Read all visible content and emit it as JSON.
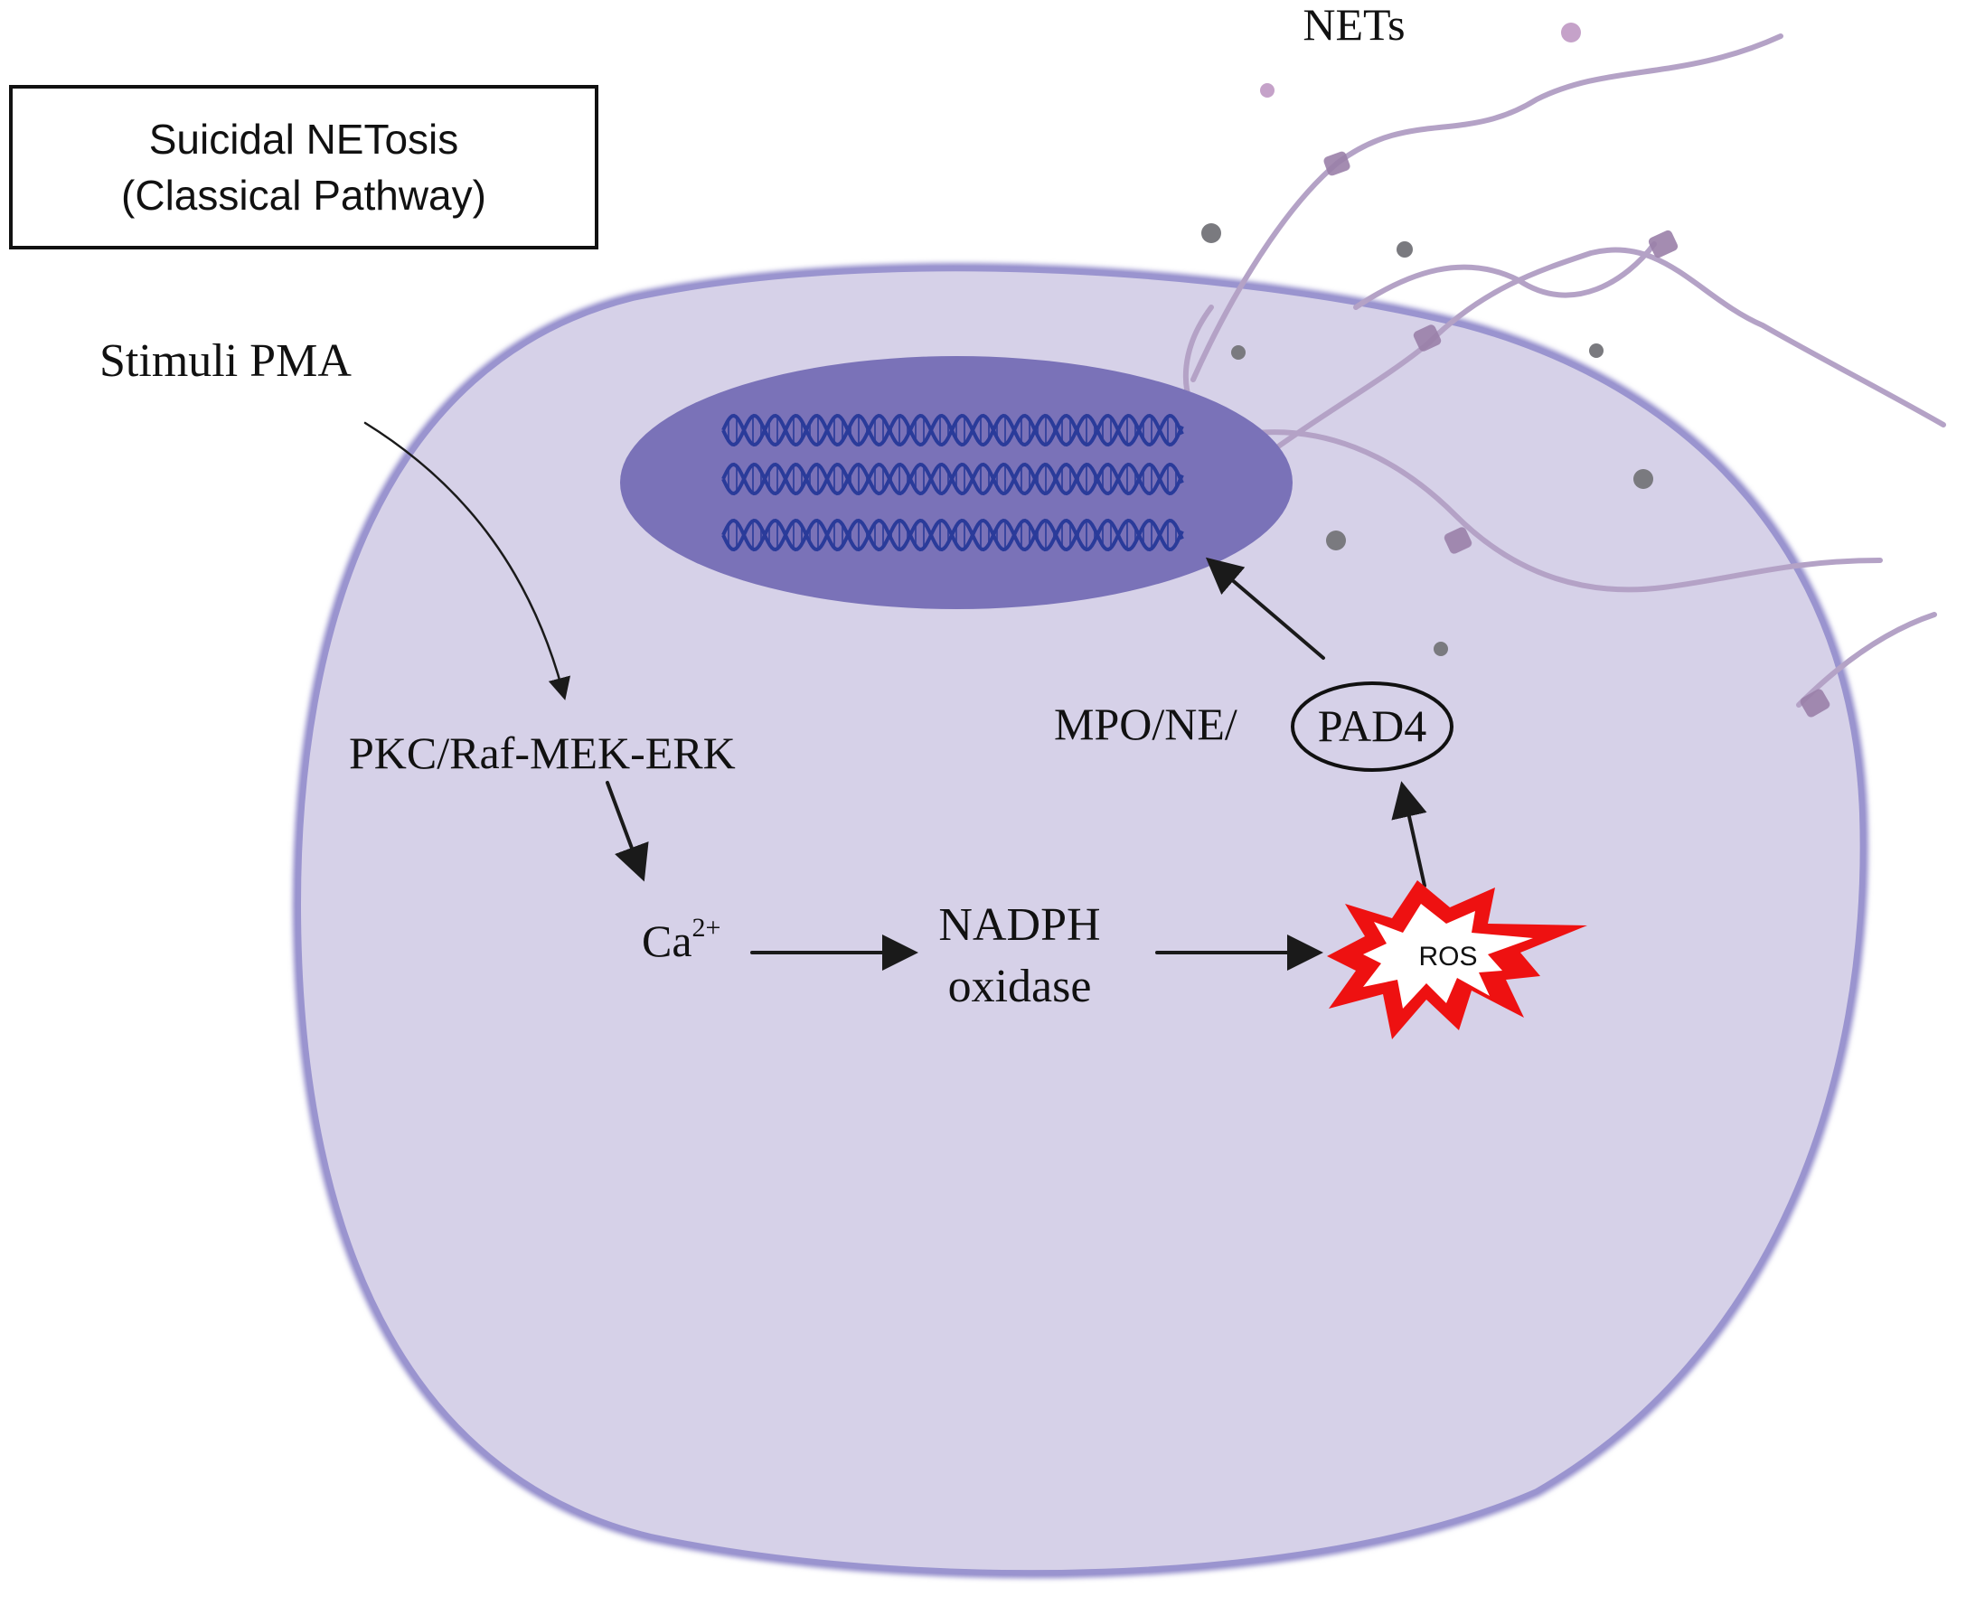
{
  "title_box": {
    "line1": "Suicidal NETosis",
    "line2": "(Classical Pathway)"
  },
  "labels": {
    "nets": "NETs",
    "stimuli": "Stimuli PMA",
    "kinase_pathway": "PKC/Raf-MEK-ERK",
    "calcium_base": "Ca",
    "calcium_superscript": "2+",
    "nadph_line1": "NADPH",
    "nadph_line2": "oxidase",
    "ros": "ROS",
    "enzymes_prefix": "MPO/NE/",
    "pad4": "PAD4"
  },
  "colors": {
    "cell_fill": "#d6d1e8",
    "cell_border": "#8d86c8",
    "nucleus_fill": "#7a72b8",
    "dna_strand": "#2a3b9a",
    "net_fiber": "#b4a2c6",
    "ros_burst": "#ee1111",
    "arrow": "#1a1a1a"
  },
  "icons": {
    "dna": "dna-double-helix-icon",
    "ros": "explosion-burst-icon"
  }
}
